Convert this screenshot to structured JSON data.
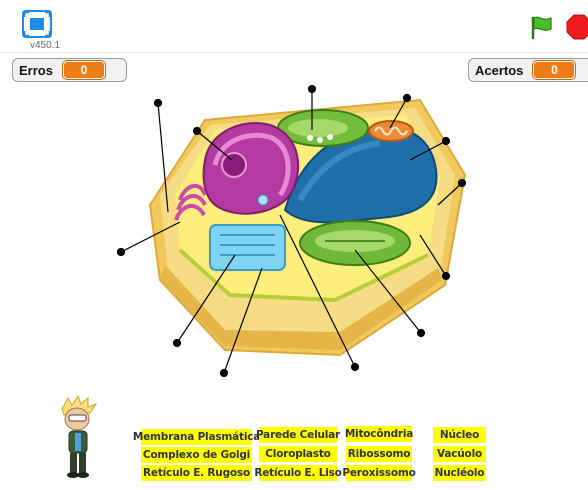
{
  "header": {
    "version": "v450.1",
    "fullscreen_icon": "fullscreen-icon",
    "green_flag_icon": "green-flag-icon",
    "stop_icon": "stop-icon"
  },
  "monitors": {
    "erros": {
      "label": "Erros",
      "value": "0"
    },
    "acertos": {
      "label": "Acertos",
      "value": "0"
    }
  },
  "cell_parts": [
    "Membrana Plasmática",
    "Parede Celular",
    "Mitocôndria",
    "Núcleo",
    "Complexo de Golgi",
    "Cloroplasto",
    "Ribossomo",
    "Vacúolo",
    "Retículo E. Rugoso",
    "Retículo E. Liso",
    "Peroxissomo",
    "Nucléolo"
  ],
  "colors": {
    "label_bg": "#ffff00",
    "monitor_value_bg": "#ee7d16",
    "cell_wall": "#f4cf6a",
    "vacuole": "#1f6fa8",
    "golgi": "#b23aa0",
    "chloroplast": "#6fb83a"
  }
}
